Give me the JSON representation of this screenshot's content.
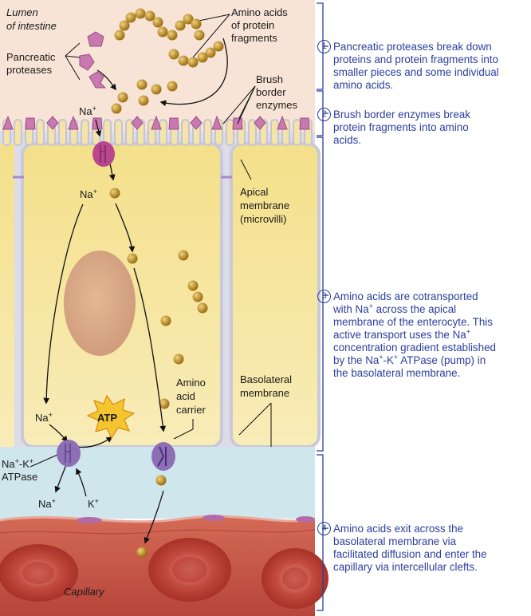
{
  "labels": {
    "lumen": [
      "Lumen",
      "of intestine"
    ],
    "amino_fragments": [
      "Amino acids",
      "of protein",
      "fragments"
    ],
    "pancreatic_proteases": [
      "Pancreatic",
      "proteases"
    ],
    "brush_border": [
      "Brush",
      "border",
      "enzymes"
    ],
    "na": "Na",
    "plus": "+",
    "apical": [
      "Apical",
      "membrane",
      "(microvilli)"
    ],
    "amino_carrier": [
      "Amino",
      "acid",
      "carrier"
    ],
    "basolateral": [
      "Basolateral",
      "membrane"
    ],
    "atp": "ATP",
    "na_k_atpase_line1": "Na",
    "na_k_atpase_mid": "-K",
    "atpase": "ATPase",
    "k": "K",
    "capillary": "Capillary"
  },
  "steps": [
    {
      "num": "1",
      "text": "Pancreatic proteases break down proteins and protein fragments into smaller pieces and some individual amino acids."
    },
    {
      "num": "2",
      "text": "Brush border enzymes break protein fragments into amino acids."
    },
    {
      "num": "3",
      "parts": [
        "Amino acids are cotransported with Na",
        "+",
        " across the apical membrane of the enterocyte. This active transport uses the Na",
        "+",
        " concentration gradient established by the Na",
        "+",
        "-K",
        "+",
        " ATPase (pump) in the basolateral membrane."
      ]
    },
    {
      "num": "4",
      "text": "Amino acids exit across the basolateral membrane via facilitated diffusion and enter the capillary via intercellular clefts."
    }
  ],
  "colors": {
    "lumen_bg": "#f8e4d6",
    "cell": "#f6e59a",
    "membrane": "#d6d9e8",
    "interstitial": "#cfe6ec",
    "capillary": "#c9584a",
    "amino_acid": "#b98a1e",
    "enzyme": "#c978b0",
    "carrier": "#8d6fb6",
    "bracket": "#2b3f9e",
    "atp_star": "#f5c530"
  }
}
